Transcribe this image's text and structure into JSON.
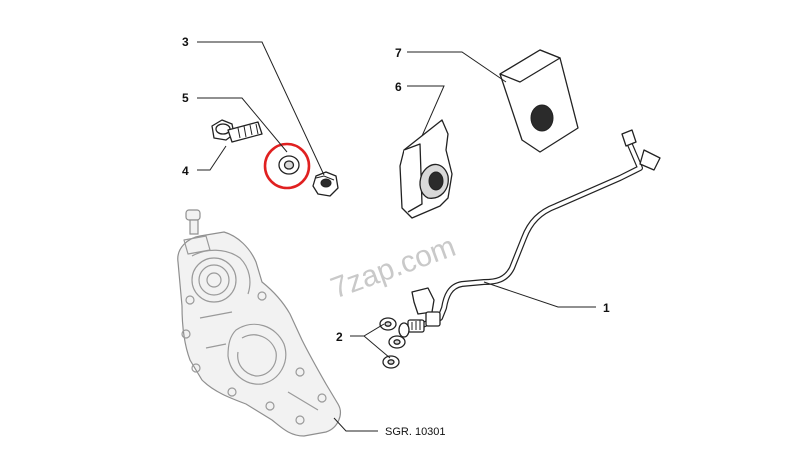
{
  "callouts": {
    "c1": "1",
    "c2": "2",
    "c3": "3",
    "c4": "4",
    "c5": "5",
    "c6": "6",
    "c7": "7"
  },
  "reference": "SGR. 10301",
  "watermark": "7zap.com",
  "highlight": {
    "part": "5",
    "color": "#e02020"
  }
}
